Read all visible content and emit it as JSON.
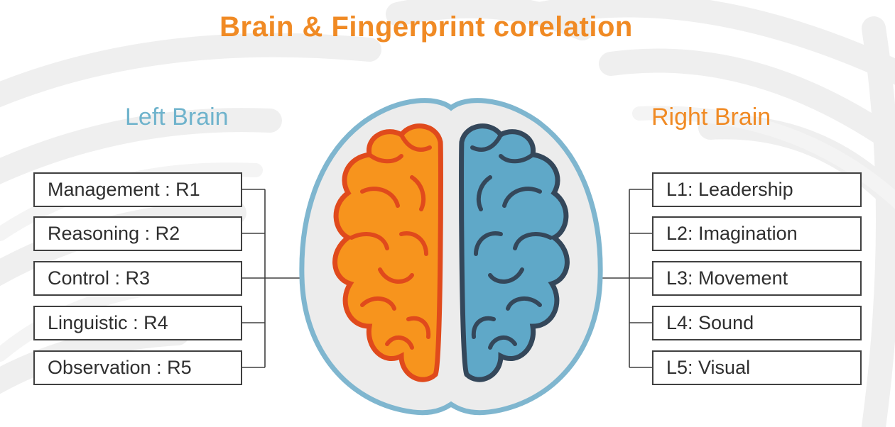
{
  "title": "Brain  & Fingerprint corelation",
  "left_heading": "Left Brain",
  "right_heading": "Right Brain",
  "left_items": [
    "Management : R1",
    "Reasoning : R2",
    "Control : R3",
    "Linguistic : R4",
    "Observation : R5"
  ],
  "right_items": [
    "L1: Leadership",
    "L2: Imagination",
    "L3: Movement",
    "L4: Sound",
    "L5: Visual"
  ],
  "colors": {
    "title": "#f08a24",
    "left_heading": "#6fb3cc",
    "right_heading": "#f08a24",
    "left_hemisphere": "#f7941d",
    "left_hemisphere_outline": "#e04a1c",
    "right_hemisphere": "#5fa8c8",
    "right_hemisphere_outline": "#34475a",
    "head_outline": "#7fb6cf",
    "head_fill": "#ececec"
  }
}
